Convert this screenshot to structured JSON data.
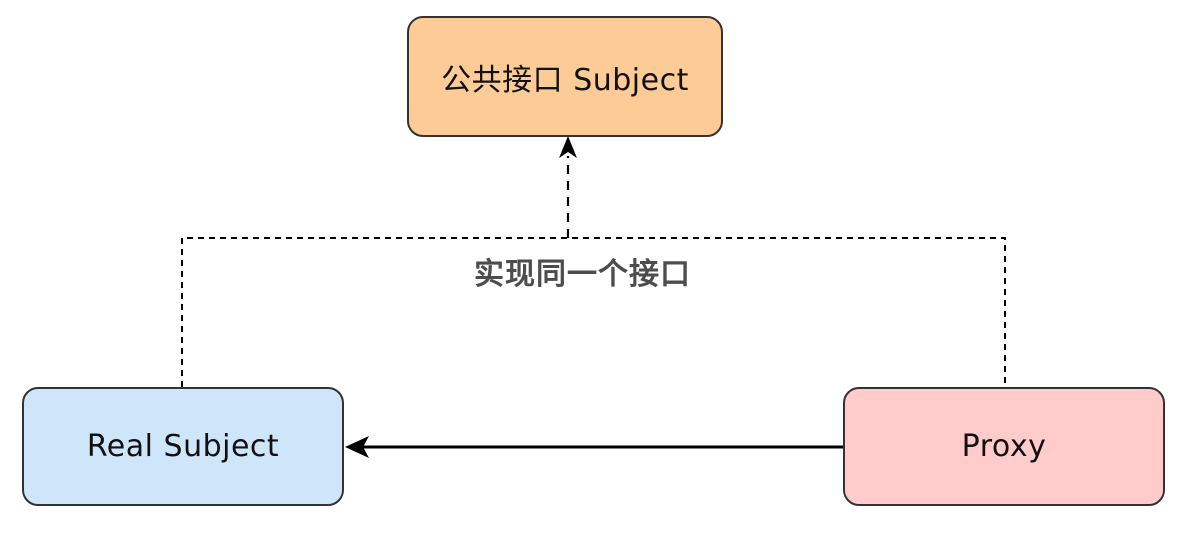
{
  "diagram": {
    "title_hint": "proxy-pattern-structure",
    "nodes": {
      "subject": {
        "label": "公共接口 Subject",
        "fill": "#fdcb96",
        "border": "#333333"
      },
      "real_subject": {
        "label": "Real Subject",
        "fill": "#cfe5fa",
        "border": "#333333"
      },
      "proxy": {
        "label": "Proxy",
        "fill": "#ffcccb",
        "border": "#333333"
      }
    },
    "edges": {
      "implements": {
        "label": "实现同一个接口",
        "label_color": "#4d4d4d",
        "style": "dashed",
        "from": [
          "Real Subject",
          "Proxy"
        ],
        "to": "公共接口 Subject",
        "arrow": "up"
      },
      "delegates": {
        "style": "solid",
        "from": "Proxy",
        "to": "Real Subject",
        "arrow": "left"
      }
    },
    "line_color": "#000000",
    "background": "#ffffff"
  }
}
